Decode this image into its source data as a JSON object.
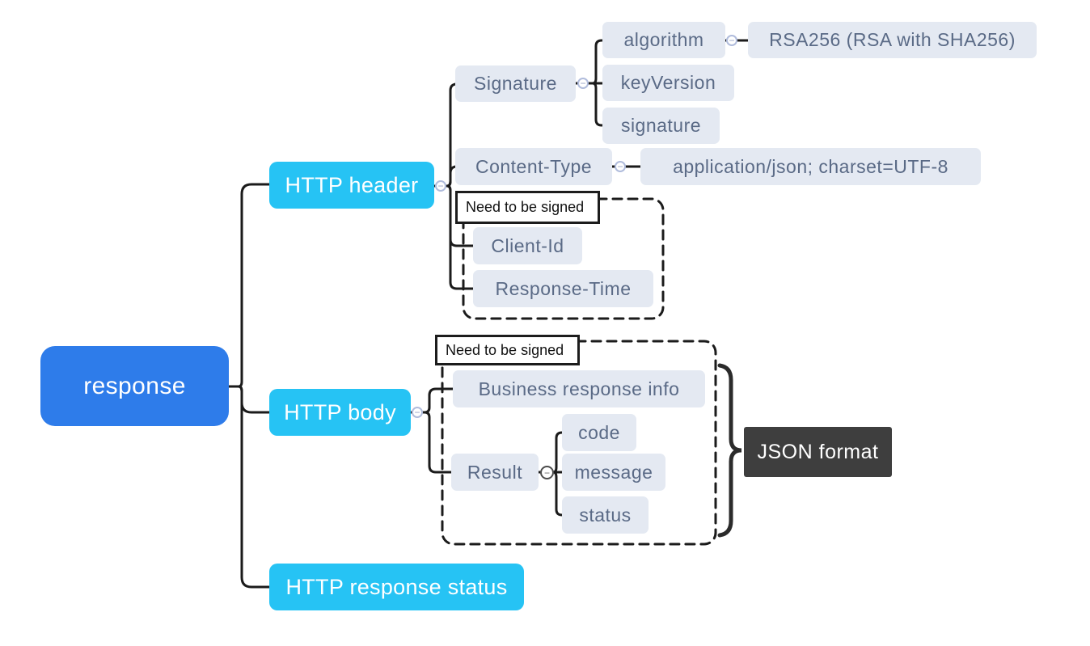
{
  "app": {
    "type": "mind-map",
    "description": "HTTP response structure mind map"
  },
  "colors": {
    "root_fill": "#2E7CEA",
    "branch_fill": "#26C3F4",
    "topic_fill": "#E4E9F2",
    "topic_text": "#5A6A86",
    "dark_fill": "#3E3E3E",
    "dark_text": "#FFFFFF",
    "line": "#1B1B1B",
    "label_bg": "#FFFFFF",
    "label_border": "#1C1C1C",
    "label_text": "#111111",
    "collapse_border": "#B0BCDC"
  },
  "nodes": {
    "root": {
      "label": "response"
    },
    "http_header": {
      "label": "HTTP header"
    },
    "signature_group": {
      "label": "Signature"
    },
    "algorithm": {
      "label": "algorithm"
    },
    "algorithm_value": {
      "label": "RSA256 (RSA with SHA256)"
    },
    "key_version": {
      "label": "keyVersion"
    },
    "signature": {
      "label": "signature"
    },
    "content_type": {
      "label": "Content-Type"
    },
    "content_type_value": {
      "label": "application/json; charset=UTF-8"
    },
    "client_id": {
      "label": "Client-Id"
    },
    "response_time": {
      "label": "Response-Time"
    },
    "http_body": {
      "label": "HTTP body"
    },
    "business_response_info": {
      "label": "Business response info"
    },
    "result": {
      "label": "Result"
    },
    "code": {
      "label": "code"
    },
    "message": {
      "label": "message"
    },
    "status": {
      "label": "status"
    },
    "json_format": {
      "label": "JSON format"
    },
    "http_response_status": {
      "label": "HTTP response status"
    }
  },
  "labels": {
    "header_group": "Need to be signed",
    "body_group": "Need to be signed"
  },
  "icons": {
    "collapse_glyph": "−"
  }
}
